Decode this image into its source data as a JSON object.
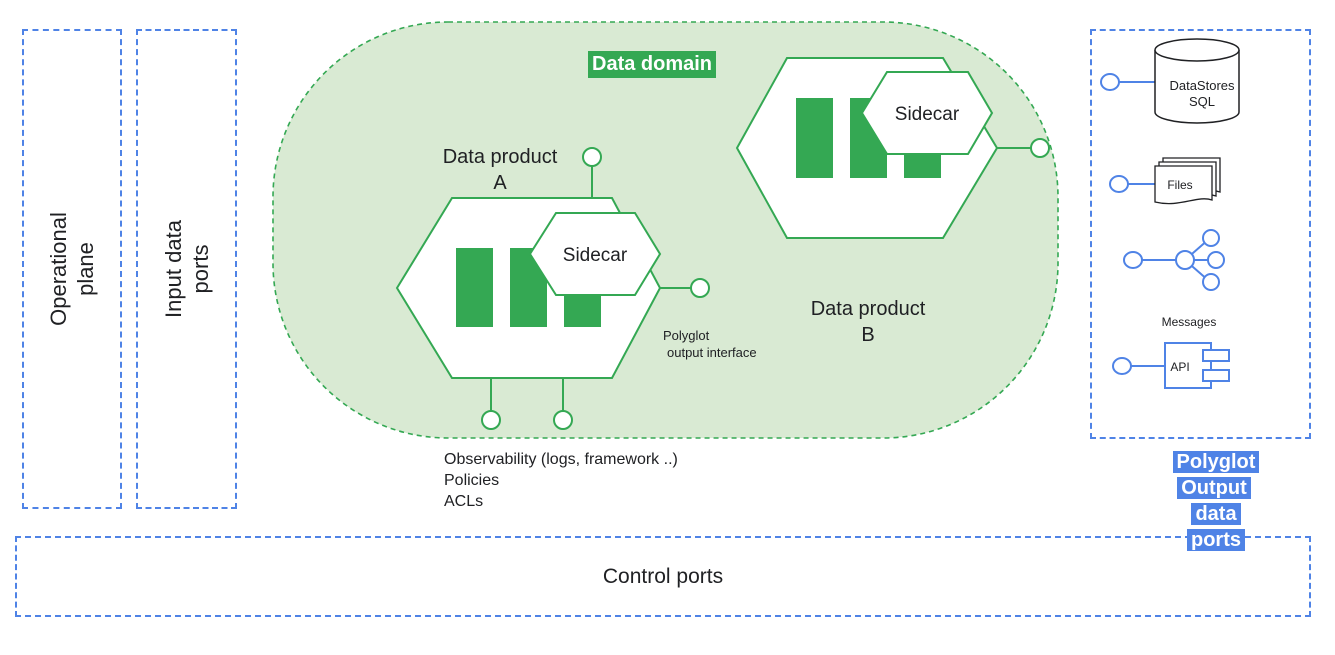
{
  "colors": {
    "accent_green": "#34a853",
    "domain_fill": "#d9ead3",
    "line_green": "#34a853",
    "blue_dashed": "#4f83e6"
  },
  "left_panels": {
    "operational_plane": [
      "Operational",
      "plane"
    ],
    "input_data_ports": [
      "Input data",
      "ports"
    ]
  },
  "domain": {
    "title": "Data domain"
  },
  "product_a": {
    "label_line1": "Data product",
    "label_line2": "A",
    "sidecar": "Sidecar",
    "output_note_line1": "Polyglot",
    "output_note_line2": "output interface"
  },
  "product_b": {
    "label_line1": "Data product",
    "label_line2": "B",
    "sidecar": "Sidecar"
  },
  "observability": [
    "Observability (logs, framework ..)",
    "Policies",
    "ACLs"
  ],
  "output_ports": {
    "datastores_line1": "DataStores",
    "datastores_line2": "SQL",
    "files": "Files",
    "messages": "Messages",
    "api": "API",
    "title": [
      "Polyglot",
      "Output data",
      "ports"
    ]
  },
  "control_ports": {
    "label": "Control ports"
  }
}
